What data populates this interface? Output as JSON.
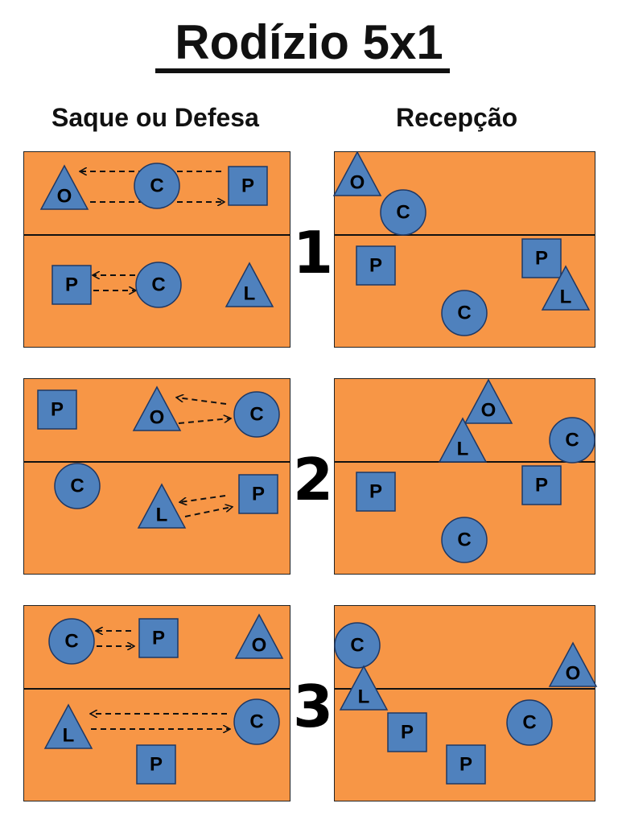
{
  "title": "Rodízio 5x1",
  "columns": {
    "left": "Saque ou Defesa",
    "right": "Recepção"
  },
  "colors": {
    "court": "#f79646",
    "player_fill": "#4f81bd",
    "player_stroke": "#1f3864",
    "net": "#111111"
  },
  "rotations": [
    {
      "number": "1"
    },
    {
      "number": "2"
    },
    {
      "number": "3"
    }
  ],
  "player_labels": {
    "ponteiro": "P",
    "central": "C",
    "oposto": "O",
    "libero": "L"
  }
}
